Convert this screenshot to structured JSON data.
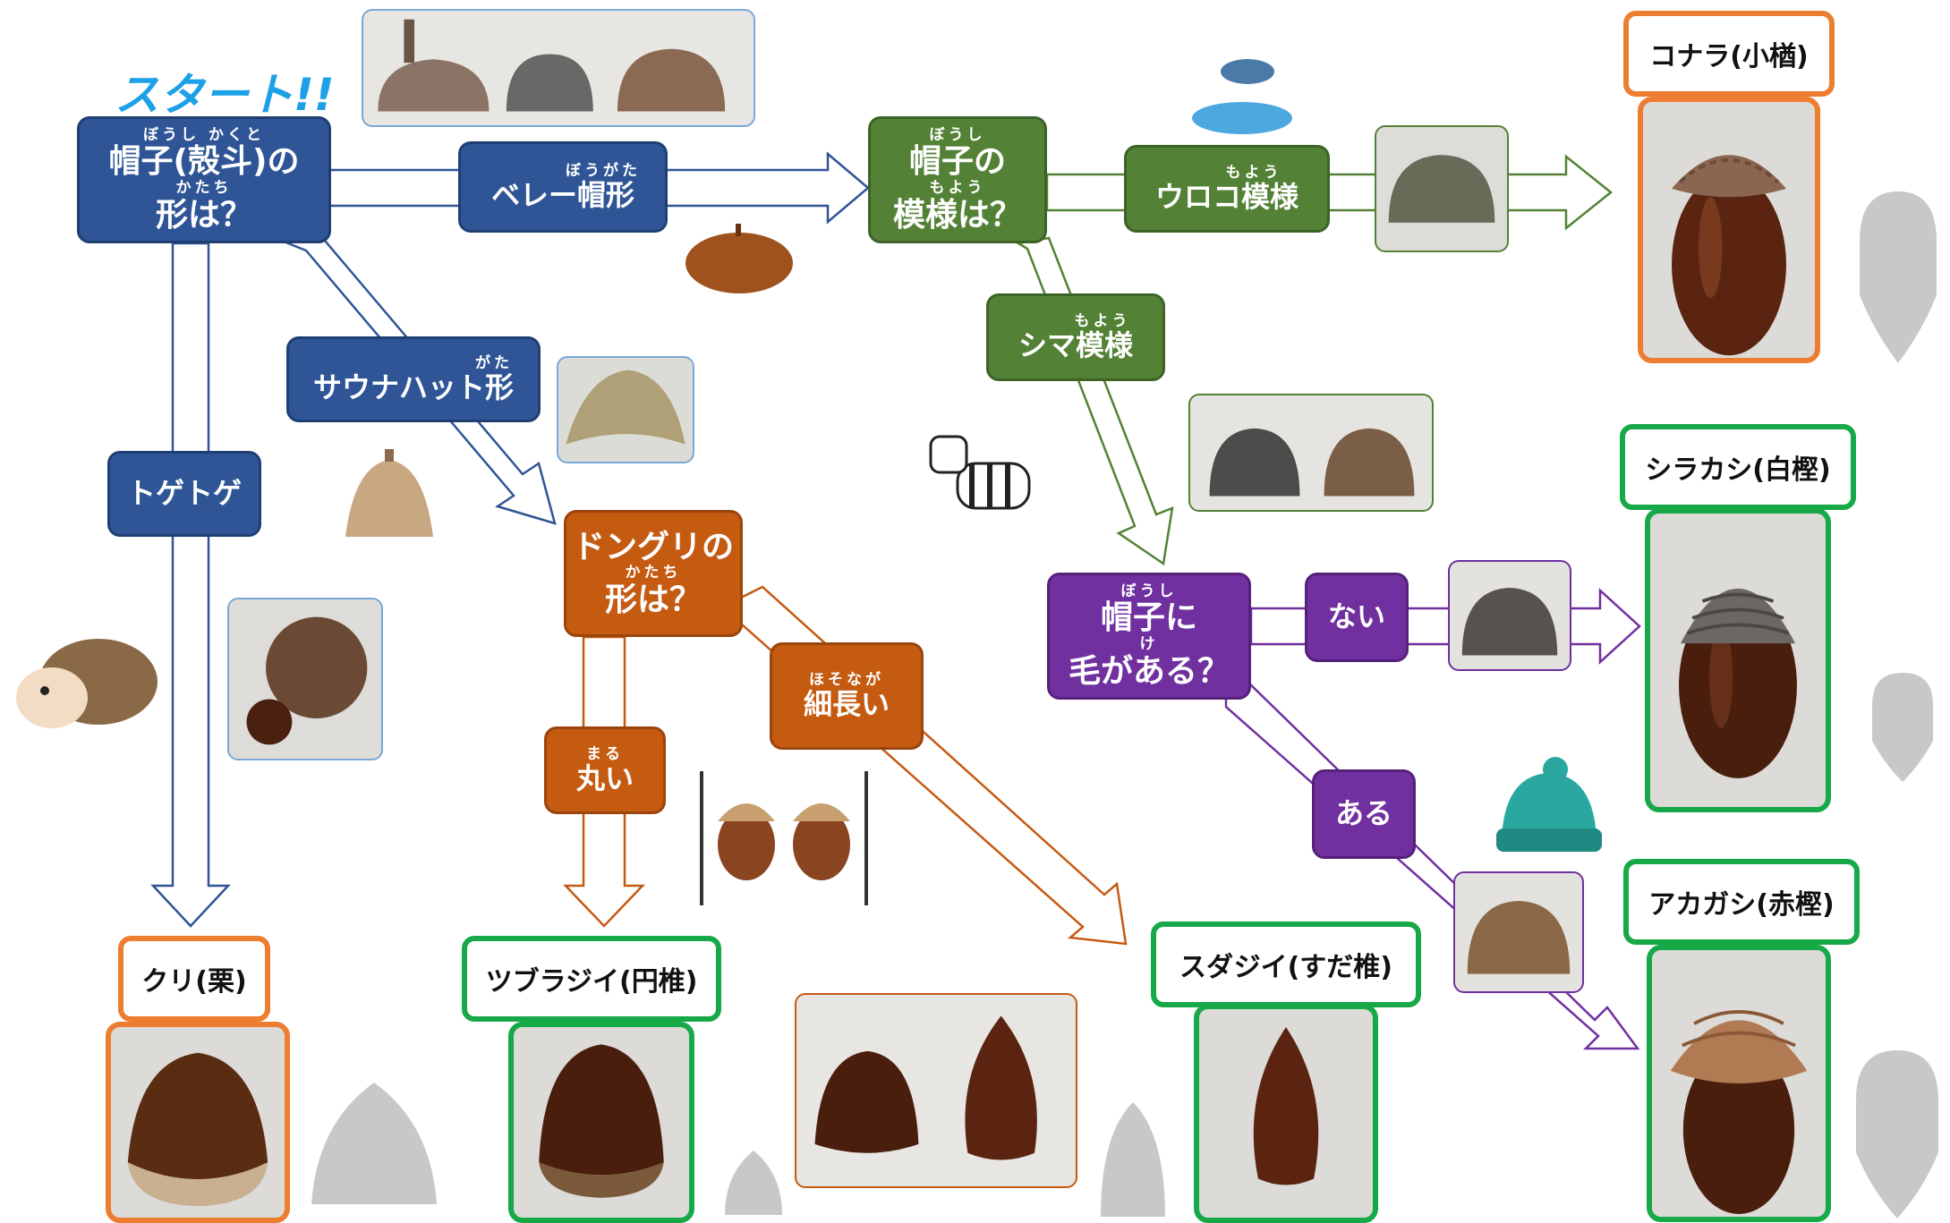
{
  "start": "スタート!!",
  "nodes": {
    "cap_shape": {
      "ruby": "ぼうし かくと",
      "line1": "帽子(殻斗)の",
      "ruby2": "かたち",
      "line2": "形は？"
    },
    "cap_pattern": {
      "ruby": "ぼうし",
      "line1": "帽子の",
      "ruby2": "もよう",
      "line2": "模様は？"
    },
    "nut_shape": {
      "line1": "ドングリの",
      "ruby2": "かたち",
      "line2": "形は？"
    },
    "cap_hair": {
      "ruby": "ぼうし",
      "line1": "帽子に",
      "ruby2": "け",
      "line2": "毛がある？"
    }
  },
  "edges": {
    "beret": {
      "ruby": "ぼうがた",
      "label": "ベレー帽形"
    },
    "sauna": {
      "ruby": "がた",
      "label": "サウナハット形"
    },
    "spiky": {
      "label": "トゲトゲ"
    },
    "scale": {
      "ruby": "もよう",
      "label": "ウロコ模様"
    },
    "stripe": {
      "ruby": "もよう",
      "label": "シマ模様"
    },
    "round": {
      "ruby": "まる",
      "label": "丸い"
    },
    "slender": {
      "ruby": "ほそなが",
      "label": "細長い"
    },
    "no": {
      "label": "ない"
    },
    "yes": {
      "label": "ある"
    }
  },
  "results": {
    "konara": "コナラ(小楢)",
    "shirakashi": "シラカシ(白樫)",
    "akagashi": "アカガシ(赤樫)",
    "kuri": "クリ(栗)",
    "tsuburajii": "ツブラジイ(円椎)",
    "sudajii": "スダジイ(すだ椎)"
  },
  "colors": {
    "blue": "#2f5597",
    "green": "#538135",
    "orange": "#c55a11",
    "purple": "#7030a0",
    "result_orange": "#ed7d31",
    "result_green": "#17a848",
    "start": "#1ea0e8"
  }
}
